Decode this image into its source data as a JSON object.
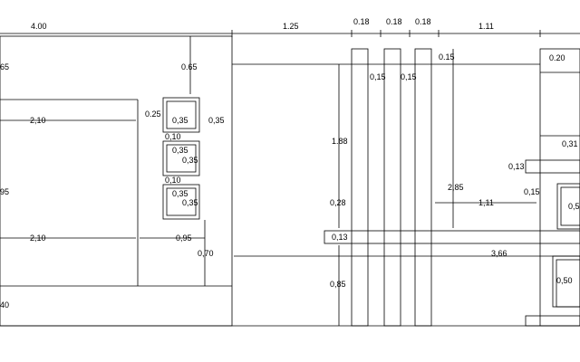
{
  "dimensions": {
    "top_4_00": "4.00",
    "top_1_25": "1.25",
    "top_0_18_a": "0.18",
    "top_0_18_b": "0.18",
    "top_0_18_c": "0.18",
    "top_1_11": "1.11",
    "left_65": "65",
    "h_0_65": "0.65",
    "left_2_10_a": "2,10",
    "w_0_25": "0.25",
    "w_0_35_a": "0,35",
    "w_0_35_b": "0,35",
    "w_0_10_a": "0,10",
    "w_0_35_c": "0,35",
    "h_0_35_a": "0,35",
    "w_0_10_b": "0,10",
    "w_0_35_d": "0,35",
    "h_0_35_b": "0,35",
    "left_95": "95",
    "left_2_10_b": "2,10",
    "w_0_95": "0,95",
    "h_0_70": "0,70",
    "left_40": "40",
    "w_0_15_a": "0,15",
    "w_0_15_b": "0,15",
    "h_0_15": "0.15",
    "h_1_88": "1.88",
    "h_0_28": "0,28",
    "h_0_13_a": "0,13",
    "h_0_85": "0,85",
    "h_2_85": "2,85",
    "w_1_11": "1,11",
    "w_3_66": "3,66",
    "r_0_20": "0.20",
    "r_0_31": "0,31",
    "r_0_13": "0,13",
    "r_0_15": "0,15",
    "r_0_5": "0,5",
    "r_0_50": "0,50"
  }
}
